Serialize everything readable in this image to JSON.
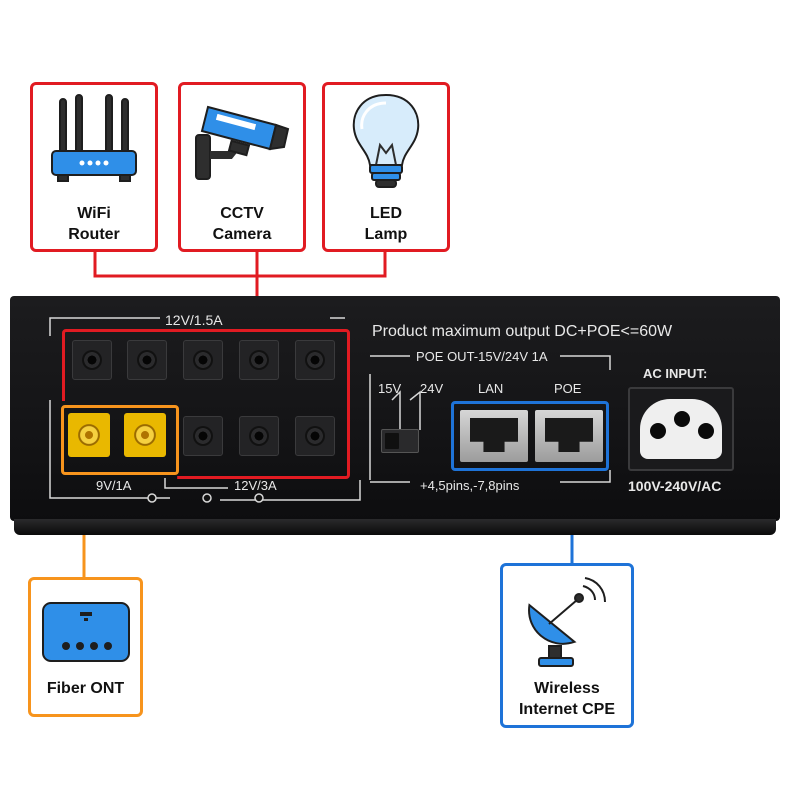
{
  "devices_top": [
    {
      "label_lines": [
        "WiFi",
        "Router"
      ],
      "icon": "wifi-router-icon"
    },
    {
      "label_lines": [
        "CCTV",
        "Camera"
      ],
      "icon": "cctv-camera-icon"
    },
    {
      "label_lines": [
        "LED",
        "Lamp"
      ],
      "icon": "led-lamp-icon"
    }
  ],
  "devices_bottom": [
    {
      "label_lines": [
        "Fiber ONT"
      ],
      "icon": "fiber-ont-icon"
    },
    {
      "label_lines": [
        "Wireless",
        "Internet CPE"
      ],
      "icon": "satellite-dish-icon"
    }
  ],
  "panel": {
    "dc_top_label": "12V/1.5A",
    "dc_bottom_label": "12V/3A",
    "xt_label": "9V/1A",
    "max_output": "Product maximum output  DC+POE<=60W",
    "poe_out": "POE OUT-15V/24V 1A",
    "switch_15v": "15V",
    "switch_24v": "24V",
    "lan": "LAN",
    "poe": "POE",
    "pins": "+4,5pins,-7,8pins",
    "ac_input": "AC INPUT:",
    "ac_range": "100V-240V/AC"
  },
  "colors": {
    "red": "#e11b22",
    "orange": "#f7941d",
    "blue": "#1e73d8"
  }
}
